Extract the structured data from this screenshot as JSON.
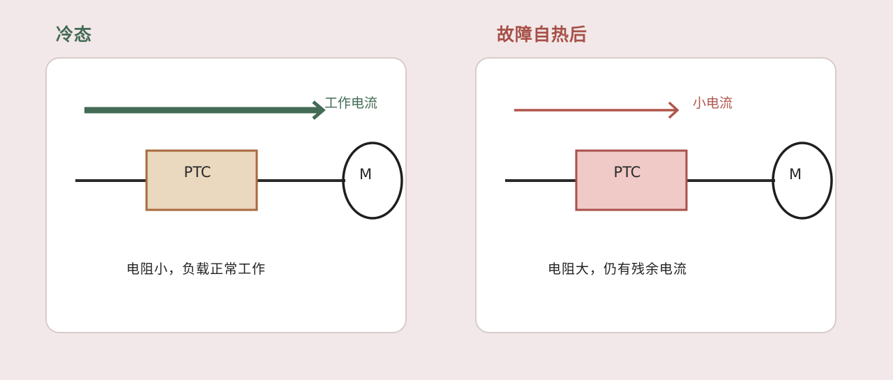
{
  "panels": [
    {
      "title": "冷态",
      "title_color": "#436b55",
      "flow_label": "工作电流",
      "flow_color": "#436b55",
      "ptc_label": "PTC",
      "ptc_fill": "#ead8bf",
      "ptc_stroke": "#a8693d",
      "motor_label": "M",
      "caption": "电阻小，负载正常工作"
    },
    {
      "title": "故障自热后",
      "title_color": "#a65048",
      "flow_label": "小电流",
      "flow_color": "#b0554d",
      "ptc_label": "PTC",
      "ptc_fill": "#f0cac7",
      "ptc_stroke": "#a9504a",
      "motor_label": "M",
      "caption": "电阻大，仍有残余电流"
    }
  ]
}
